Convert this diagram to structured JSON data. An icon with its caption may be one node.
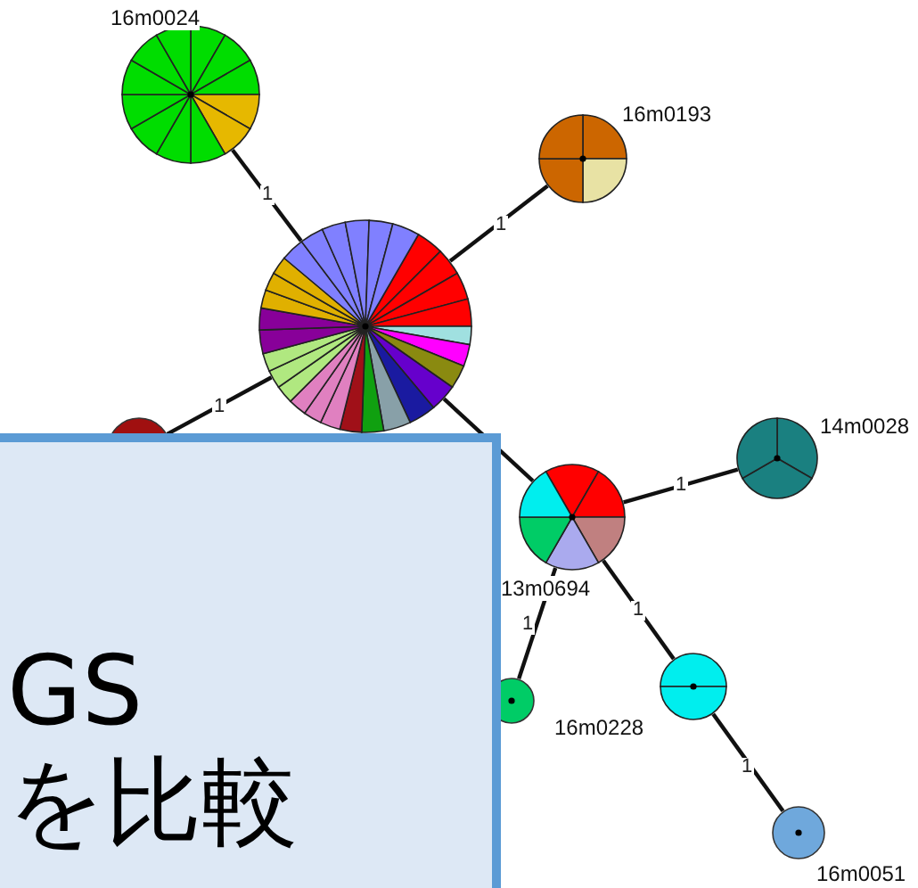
{
  "diagram": {
    "nodes": [
      {
        "text": [],
        "shape": "circle",
        "beside": [
          "16m0024"
        ]
      },
      {
        "text": [],
        "shape": "circle",
        "beside": [
          "16m0193"
        ]
      },
      {
        "text": [],
        "shape": "circle"
      },
      {
        "text": [],
        "shape": "circle"
      },
      {
        "text": [],
        "shape": "circle",
        "beside": [
          "13m0694"
        ]
      },
      {
        "text": [],
        "shape": "circle",
        "beside": [
          "14m0028"
        ]
      },
      {
        "text": [],
        "shape": "circle"
      },
      {
        "text": [],
        "shape": "circle",
        "beside": [
          "16m0228"
        ]
      },
      {
        "text": [],
        "shape": "circle",
        "beside": [
          "16m0051"
        ]
      },
      {
        "text": [
          "GS",
          "を比較"
        ]
      }
    ],
    "edges": [
      {
        "from": 0,
        "to": 2,
        "arrow": "none",
        "label": "1"
      },
      {
        "from": 2,
        "to": 1,
        "arrow": "none",
        "label": "1"
      },
      {
        "from": 2,
        "to": 3,
        "arrow": "none",
        "label": "1"
      },
      {
        "from": 2,
        "to": 4,
        "arrow": "none"
      },
      {
        "from": 4,
        "to": 5,
        "arrow": "none",
        "label": "1"
      },
      {
        "from": 4,
        "to": 6,
        "arrow": "none",
        "label": "1"
      },
      {
        "from": 4,
        "to": 7,
        "arrow": "none",
        "label": "1"
      },
      {
        "from": 7,
        "to": 8,
        "arrow": "none",
        "label": "1"
      }
    ]
  }
}
